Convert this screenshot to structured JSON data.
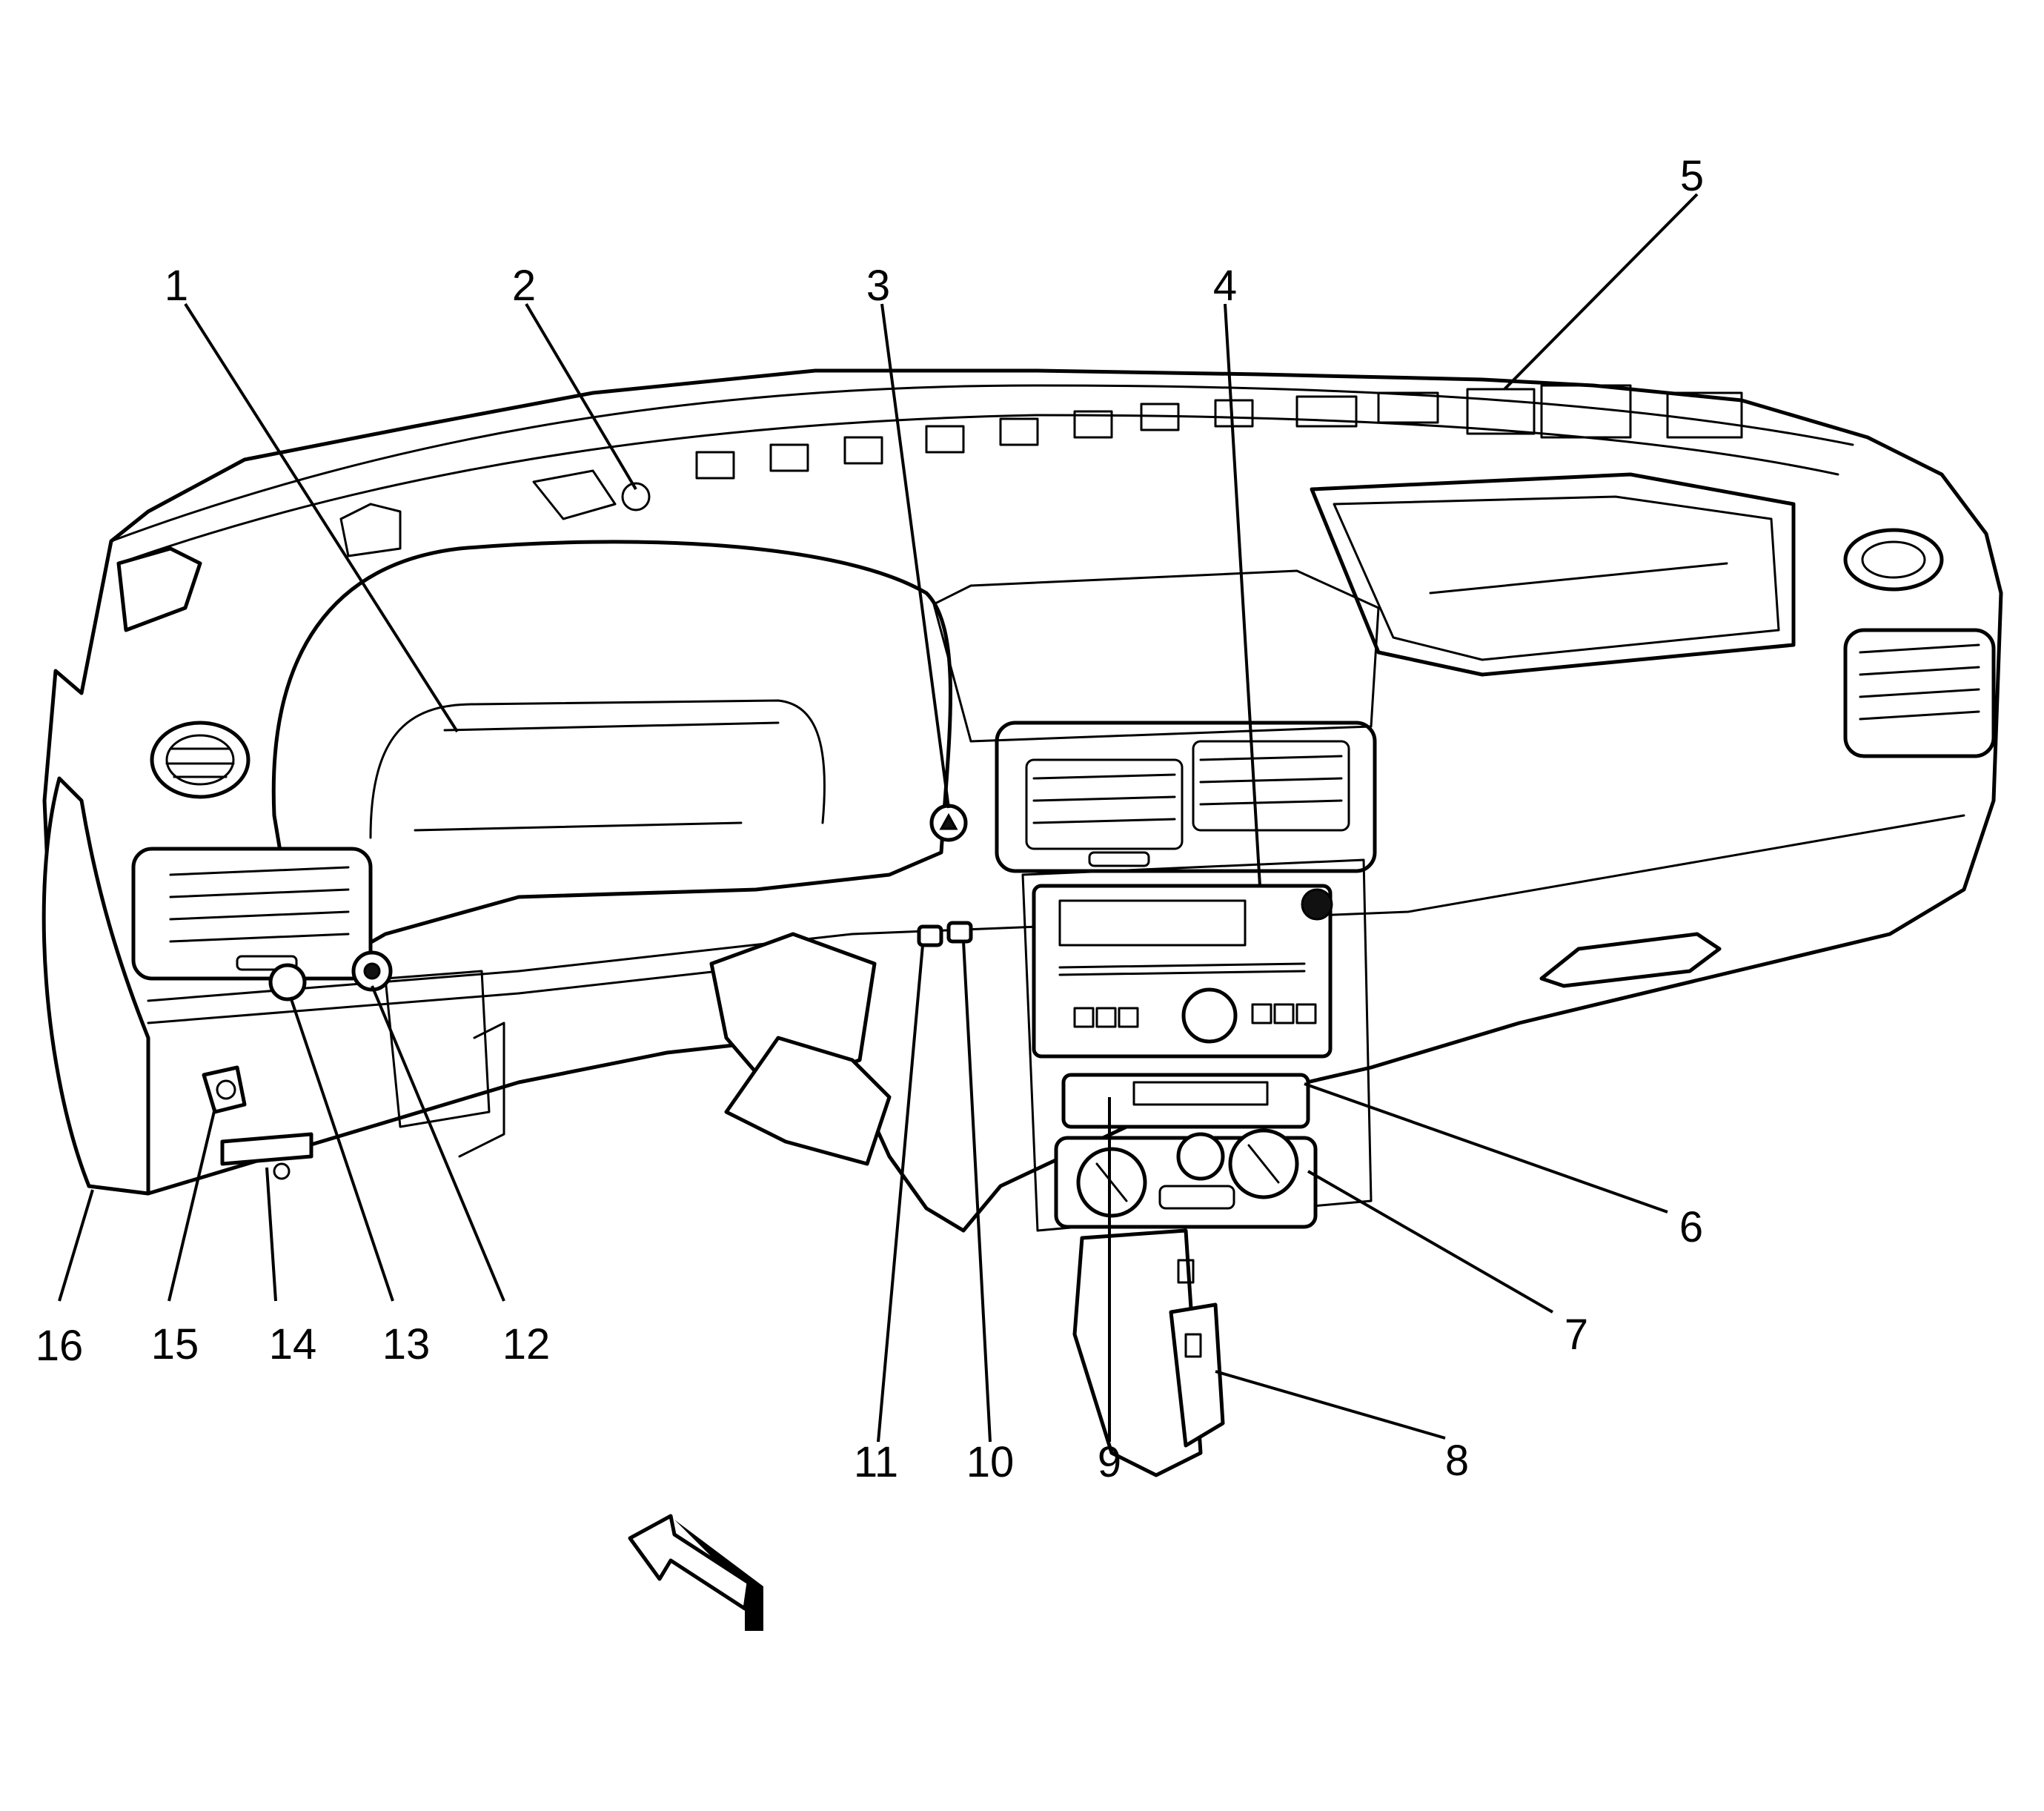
{
  "callouts": {
    "c1": "1",
    "c2": "2",
    "c3": "3",
    "c4": "4",
    "c5": "5",
    "c6": "6",
    "c7": "7",
    "c8": "8",
    "c9": "9",
    "c10": "10",
    "c11": "11",
    "c12": "12",
    "c13": "13",
    "c14": "14",
    "c15": "15",
    "c16": "16"
  },
  "icons": {
    "direction_arrow": "front-of-vehicle-arrow-icon"
  }
}
